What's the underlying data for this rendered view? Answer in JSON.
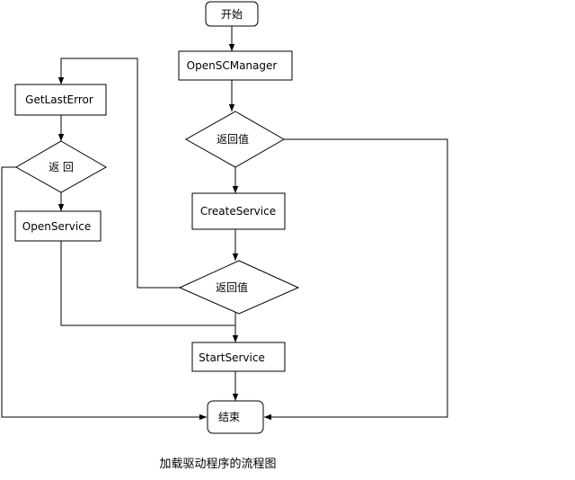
{
  "nodes": {
    "start": "开始",
    "open_sc_manager": "OpenSCManager",
    "return_check_1": "返回值",
    "create_service": "CreateService",
    "return_check_2": "返回值",
    "start_service": "StartService",
    "end": "结束",
    "get_last_error": "GetLastError",
    "return_check_left": "返 回",
    "open_service": "OpenService"
  },
  "caption": "加载驱动程序的流程图"
}
